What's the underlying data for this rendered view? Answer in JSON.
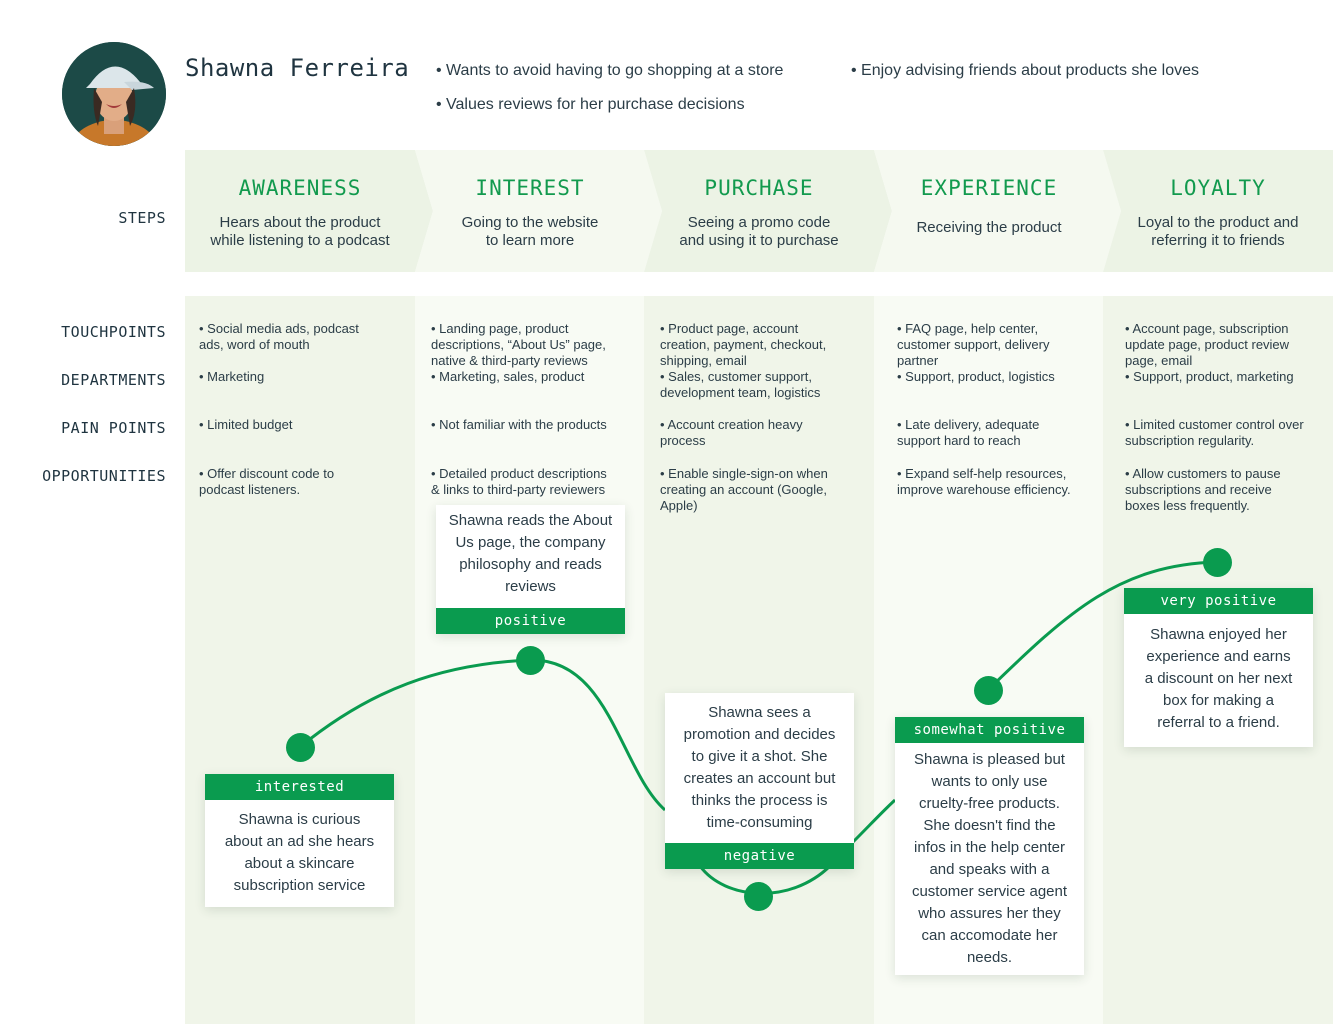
{
  "persona": {
    "name": "Shawna Ferreira",
    "goals": [
      "• Wants to avoid having to go shopping at a store",
      "• Values reviews for her purchase decisions",
      "• Enjoy advising friends about products she loves"
    ]
  },
  "row_labels": {
    "steps": "STEPS",
    "touchpoints": "TOUCHPOINTS",
    "departments": "DEPARTMENTS",
    "pain_points": "PAIN POINTS",
    "opportunities": "OPPORTUNITIES"
  },
  "stages": [
    {
      "title": "AWARENESS",
      "desc": [
        "Hears about the product",
        "while listening to a podcast"
      ],
      "touchpoints": [
        "• Social media ads, podcast",
        "ads, word of mouth"
      ],
      "departments": [
        "• Marketing"
      ],
      "pain_points": [
        "• Limited budget"
      ],
      "opportunities": [
        "• Offer discount code to",
        "podcast listeners."
      ]
    },
    {
      "title": "INTEREST",
      "desc": [
        "Going to the website",
        "to learn more"
      ],
      "touchpoints": [
        "• Landing page, product",
        "descriptions, “About Us” page,",
        "native & third-party reviews"
      ],
      "departments": [
        "• Marketing, sales, product"
      ],
      "pain_points": [
        "• Not familiar with the products"
      ],
      "opportunities": [
        "• Detailed product descriptions",
        "& links to third-party reviewers"
      ]
    },
    {
      "title": "PURCHASE",
      "desc": [
        "Seeing a promo code",
        "and using it to purchase"
      ],
      "touchpoints": [
        "• Product page, account",
        "creation, payment, checkout,",
        "shipping, email"
      ],
      "departments": [
        "• Sales, customer support,",
        "development team, logistics"
      ],
      "pain_points": [
        "• Account creation heavy",
        "process"
      ],
      "opportunities": [
        "• Enable single-sign-on when",
        "creating an account (Google,",
        "Apple)"
      ]
    },
    {
      "title": "EXPERIENCE",
      "desc": [
        "Receiving the product"
      ],
      "touchpoints": [
        "• FAQ page, help center,",
        "customer support, delivery",
        "partner"
      ],
      "departments": [
        "• Support, product, logistics"
      ],
      "pain_points": [
        "• Late delivery, adequate",
        "support hard to reach"
      ],
      "opportunities": [
        "• Expand self-help resources,",
        "improve warehouse efficiency."
      ]
    },
    {
      "title": "LOYALTY",
      "desc": [
        "Loyal to the product and",
        "referring it to friends"
      ],
      "touchpoints": [
        "• Account page, subscription",
        "update page, product review",
        "page, email"
      ],
      "departments": [
        "• Support, product, marketing"
      ],
      "pain_points": [
        "• Limited customer control over",
        "subscription regularity."
      ],
      "opportunities": [
        "• Allow customers to pause",
        "subscriptions and receive",
        "boxes less frequently."
      ]
    }
  ],
  "journey": [
    {
      "sentiment": "interested",
      "story": [
        "Shawna is curious",
        "about an ad she hears",
        "about a skincare",
        "subscription service"
      ]
    },
    {
      "sentiment": "positive",
      "story": [
        "Shawna reads the About",
        "Us page, the company",
        "philosophy and reads",
        "reviews"
      ]
    },
    {
      "sentiment": "negative",
      "story": [
        "Shawna sees a",
        "promotion and decides",
        "to give it a shot. She",
        "creates an account but",
        "thinks the process is",
        "time-consuming"
      ]
    },
    {
      "sentiment": "somewhat positive",
      "story": [
        "Shawna is pleased but",
        "wants to only use",
        "cruelty-free products.",
        "She doesn't find the",
        "infos in the help center",
        "and speaks with a",
        "customer service agent",
        "who assures her they",
        "can accomodate her",
        "needs."
      ]
    },
    {
      "sentiment": "very positive",
      "story": [
        "Shawna enjoyed her",
        "experience and earns",
        "a discount on her next",
        "box for making a",
        "referral to a friend."
      ]
    }
  ],
  "colors": {
    "accent": "#0a9b4f",
    "title_green": "#129a4e",
    "column_light": "#f0f5e9",
    "column_lighter": "#f8fbf4",
    "text": "#1f3440"
  },
  "icons": {
    "avatar": "persona-avatar-icon"
  }
}
